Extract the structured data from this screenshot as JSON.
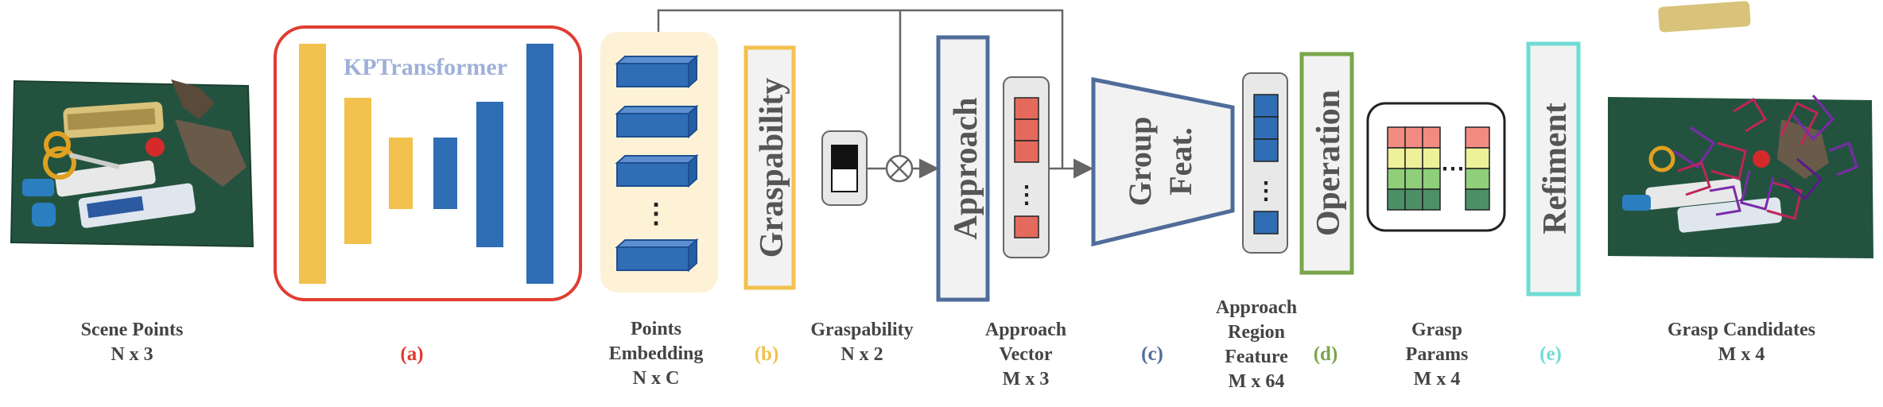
{
  "stages": {
    "scene": {
      "line1": "Scene Points",
      "line2": "N x 3"
    },
    "kpt": {
      "label": "KPTransformer",
      "tag": "(a)"
    },
    "embed": {
      "line1": "Points",
      "line2": "Embedding",
      "line3": "N x C",
      "tag": "(b)",
      "dots": "⋮"
    },
    "grasp": {
      "label": "Graspability",
      "line1": "Graspability",
      "line2": "N x 2",
      "multiply": "⊗"
    },
    "approach": {
      "label": "Approach",
      "line1": "Approach",
      "line2": "Vector",
      "line3": "M x 3",
      "tag": "(c)",
      "dots": "⋮"
    },
    "group": {
      "label1": "Group",
      "label2": "Feat.",
      "line1": "Approach",
      "line2": "Region",
      "line3": "Feature",
      "line4": "M x 64",
      "tag": "(d)",
      "dots": "⋮"
    },
    "operation": {
      "label": "Operation",
      "line1": "Grasp",
      "line2": "Params",
      "line3": "M x 4",
      "dots": "⋯"
    },
    "refine": {
      "label": "Refiment",
      "tag": "(e)"
    },
    "output": {
      "line1": "Grasp Candidates",
      "line2": "M x 4"
    }
  },
  "colors": {
    "red": "#e03c31",
    "yellow": "#f2c14e",
    "blue": "#2f6db5",
    "lavender": "#9fb0d8",
    "slate": "#4f6c9a",
    "green": "#7aa64a",
    "teal": "#6fdcd4",
    "beige": "#fdf1d6",
    "gray": "#666666",
    "salmon": "#f28b82",
    "lightyellow": "#eef19a",
    "lightgreen": "#8fcf7a",
    "darkgreen": "#4d8f66"
  }
}
